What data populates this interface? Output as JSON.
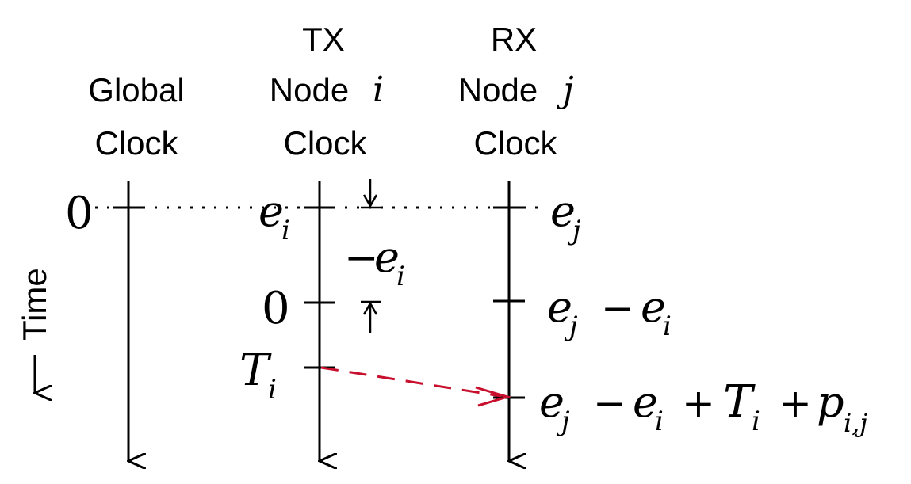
{
  "headers": {
    "global": {
      "line1": "Global",
      "line2": "Clock"
    },
    "tx": {
      "line1": "TX",
      "line2a": "Node",
      "node_var": "i",
      "line3": "Clock"
    },
    "rx": {
      "line1": "RX",
      "line2a": "Node",
      "node_var": "j",
      "line3": "Clock"
    }
  },
  "axis": {
    "time_label": "Time"
  },
  "labels": {
    "global_zero": "0",
    "tx_zero": "0",
    "offset_var": "e",
    "offset_i_sub": "i",
    "offset_j_sub": "j",
    "neg_offset_minus": "−",
    "t_var": "T",
    "t_sub": "i",
    "minus": "−",
    "plus": "+",
    "p_var": "p",
    "p_sub": "i,j"
  },
  "colors": {
    "line": "#000000",
    "message": "#c8102e"
  }
}
